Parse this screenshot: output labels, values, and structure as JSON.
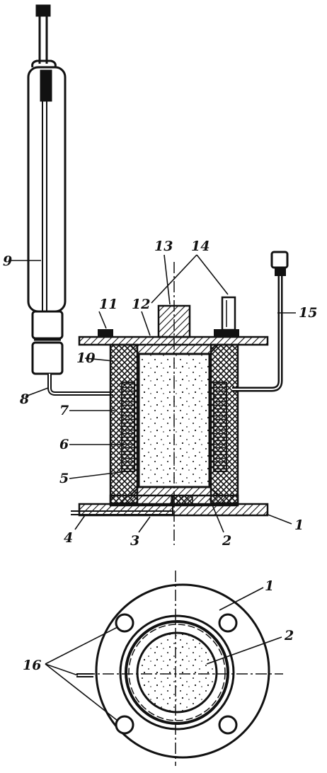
{
  "diagram": {
    "labels": [
      "1",
      "2",
      "3",
      "4",
      "5",
      "6",
      "7",
      "8",
      "9",
      "10",
      "11",
      "12",
      "13",
      "14",
      "15",
      "16"
    ],
    "bottom_view_labels": [
      "1",
      "2",
      "16"
    ]
  },
  "colors": {
    "ink": "#111111",
    "paper": "#ffffff"
  }
}
